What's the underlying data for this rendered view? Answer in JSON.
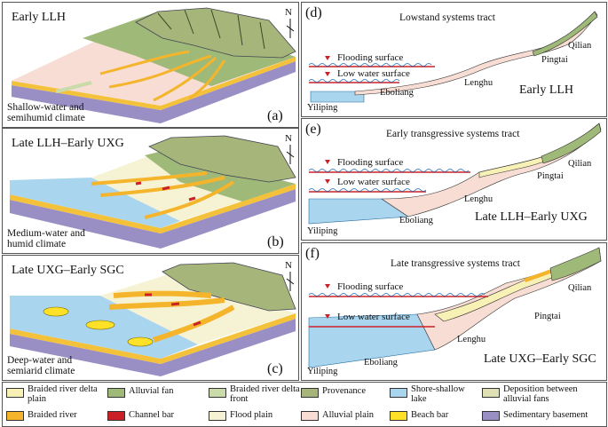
{
  "panels": {
    "a": {
      "title": "Early LLH",
      "label": "(a)",
      "caption": [
        "Shallow-water and",
        "semihumid climate"
      ],
      "north": "N"
    },
    "b": {
      "title": "Late LLH–Early UXG",
      "label": "(b)",
      "caption": [
        "Medium-water and",
        "humid climate"
      ],
      "north": "N"
    },
    "c": {
      "title": "Late UXG–Early SGC",
      "label": "(c)",
      "caption": [
        "Deep-water and",
        "semiarid climate"
      ],
      "north": "N"
    },
    "d": {
      "label": "(d)",
      "tract": "Lowstand systems tract",
      "period": "Early LLH",
      "flooding": "Flooding surface",
      "lowwater": "Low water surface",
      "places": {
        "yiliping": "Yiliping",
        "eboliang": "Eboliang",
        "lenghu": "Lenghu",
        "pingtai": "Pingtai",
        "qilian": "Qilian"
      }
    },
    "e": {
      "label": "(e)",
      "tract": "Early transgressive systems tract",
      "period": "Late LLH–Early UXG",
      "flooding": "Flooding surface",
      "lowwater": "Low water surface",
      "places": {
        "yiliping": "Yiliping",
        "eboliang": "Eboliang",
        "lenghu": "Lenghu",
        "pingtai": "Pingtai",
        "qilian": "Qilian"
      }
    },
    "f": {
      "label": "(f)",
      "tract": "Late transgressive systems tract",
      "period": "Late UXG–Early SGC",
      "flooding": "Flooding surface",
      "lowwater": "Low water surface",
      "places": {
        "yiliping": "Yiliping",
        "eboliang": "Eboliang",
        "lenghu": "Lenghu",
        "pingtai": "Pingtai",
        "qilian": "Qilian"
      }
    }
  },
  "legend": [
    {
      "label": "Braided river delta plain",
      "color": "#f8f1b6"
    },
    {
      "label": "Alluvial fan",
      "color": "#9fb978"
    },
    {
      "label": "Braided river delta front",
      "color": "#c9dba8"
    },
    {
      "label": "Provenance",
      "color": "#a6b57a"
    },
    {
      "label": "Shore-shallow lake",
      "color": "#a9d5ee"
    },
    {
      "label": "Deposition between alluvial fans",
      "color": "#dfe0b4"
    },
    {
      "label": "Braided river",
      "color": "#f4b52d"
    },
    {
      "label": "Channel bar",
      "color": "#cc2027"
    },
    {
      "label": "Flood plain",
      "color": "#f6f3d4"
    },
    {
      "label": "Alluvial plain",
      "color": "#f7ddd3"
    },
    {
      "label": "Beach bar",
      "color": "#ffe227"
    },
    {
      "label": "Sedimentary basement",
      "color": "#9a8fc4"
    }
  ],
  "colors": {
    "surface_line": "#cc2027",
    "wave": "#1f6fb5"
  }
}
